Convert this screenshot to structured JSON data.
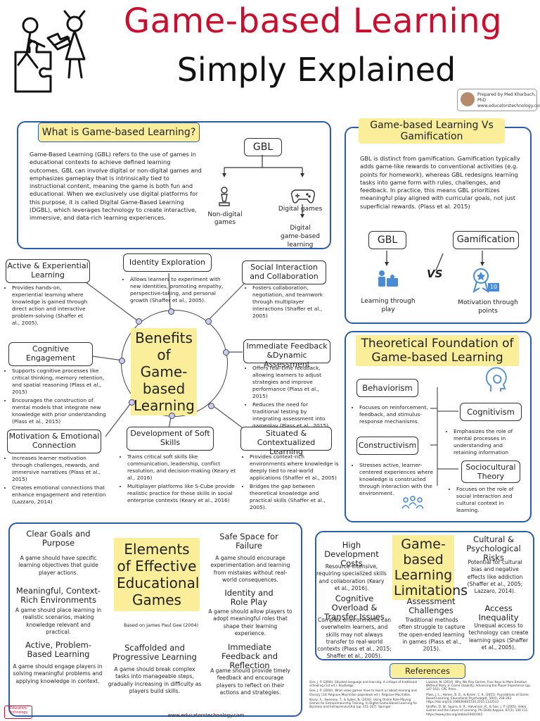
{
  "header": {
    "title_line1": "Game-based Learning",
    "title_line2": "Simply Explained",
    "credit_line1": "Prepared by Med Kharbach, PhD",
    "credit_line2": "www.educatorstechnology.com"
  },
  "what_is": {
    "title": "What is Game-based Learning?",
    "text": "Game-Based Learning (GBL) refers to the use of games in educational contexts to achieve defined learning outcomes. GBL can involve digital or non-digital games and emphasizes gameplay that is intrinsically tied to instructional content, meaning the game is both fun and educational. When we exclusively use digital platforms for this purpose, it is called Digital Game-Based Learning (DGBL), which leverages technology to create interactive, immersive, and data-rich learning experiences.",
    "diagram": {
      "root": "GBL",
      "left": "Non-digital games",
      "right": "Digital games",
      "bottom": "Digital game-based learning"
    }
  },
  "vs": {
    "title": "Game-based Learning Vs Gamification",
    "text": "GBL is distinct from gamification. Gamification typically adds game-like rewards to conventional activities (e.g. points for homework), whereas GBL redesigns learning tasks into game form with rules, challenges, and feedback. In practice, this means GBL prioritizes meaningful play aligned with curricular goals, not just superficial rewards. (Plass et al. 2015)",
    "left_label": "GBL",
    "right_label": "Gamification",
    "vs_text": "VS",
    "left_caption": "Learning through play",
    "right_caption": "Motivation through points",
    "badge_number": "10"
  },
  "benefits": {
    "center_title": "Benefits of Game-based Learning",
    "active": {
      "title": "Active & Experiential Learning",
      "bullets": [
        "Provides hands-on, experiential learning where knowledge is gained through direct action and interactive problem-solving (Shaffer et al., 2005)."
      ]
    },
    "identity": {
      "title": "Identity Exploration",
      "bullets": [
        "Allows learners to experiment with new identities, promoting empathy, perspective-taking, and personal growth (Shaffer et al., 2005)."
      ]
    },
    "social": {
      "title": "Social Interaction and Collaboration",
      "bullets": [
        "Fosters collaboration, negotiation, and teamwork through multiplayer interactions (Shaffer et al., 2005)"
      ]
    },
    "cognitive": {
      "title": "Cognitive Engagement",
      "bullets": [
        "Supports cognitive processes like critical thinking, memory retention, and spatial reasoning (Plass et al., 2015)",
        "Encourages the construction of mental models that integrate new knowledge with prior understanding (Plass et al., 2015)"
      ]
    },
    "feedback": {
      "title": "Immediate Feedback &Dynamic Assessment",
      "bullets": [
        "Offers real-time feedback, allowing learners to adjust strategies and improve performance (Plass et al., 2015)",
        "Reduces the need for traditional testing by integrating assessment into gameplay (Plass et al., 2015)"
      ]
    },
    "motivation": {
      "title": "Motivation & Emotional Connection",
      "bullets": [
        "Increases learner motivation through challenges, rewards, and immersive narratives (Plass et al., 2015)",
        "Creates emotional connections that enhance engagement and retention (Lazzaro, 2014)"
      ]
    },
    "soft": {
      "title": "Development of Soft Skills",
      "bullets": [
        "Trains critical soft skills like communication, leadership, conflict resolution, and decision-making (Keary et al., 2016)",
        "Multiplayer platforms like S-Cube provide realistic practice for these skills in social enterprise contexts (Keary et al., 2016)"
      ]
    },
    "situated": {
      "title": "Situated & Contextualized Learning",
      "bullets": [
        "Provides context-rich environments where knowledge is deeply tied to real-world applications (Shaffer et al., 2005)",
        "Bridges the gap between theoretical knowledge and practical skills (Shaffer et al., 2005)."
      ]
    }
  },
  "theory": {
    "title": "Theoretical Foundation of Game-based Learning",
    "behaviorism": {
      "title": "Behaviorism",
      "bullet": "Focuses on reinforcement, feedback, and stimulus-response mechanisms."
    },
    "cognitivism": {
      "title": "Cognitivism",
      "bullet": "Emphasizes the role of mental processes in understanding and retaining information"
    },
    "constructivism": {
      "title": "Constructivism",
      "bullet": "Stresses active, learner-centered experiences where knowledge is constructed through interaction with the environment."
    },
    "sociocultural": {
      "title": "Sociocultural Theory",
      "bullet": "Focuses on the role of social interaction and cultural context in learning."
    }
  },
  "elements": {
    "title": "Elements of Effective Educational Games",
    "source": "Based on James Paul Gee (2004)",
    "items": [
      {
        "title": "Clear Goals and Purpose",
        "text": "A game should have specific learning objectives that guide player actions."
      },
      {
        "title": "Meaningful, Context-Rich Environments",
        "text": "A game should place learning in realistic scenarios, making knowledge relevant and practical."
      },
      {
        "title": "Active, Problem-Based Learning",
        "text": "A game should engage players in solving meaningful problems and applying knowledge in context."
      },
      {
        "title": "Scaffolded and Progressive Learning",
        "text": "A game should break complex tasks into manageable steps, gradually increasing in difficulty as players build skills."
      },
      {
        "title": "Safe Space for Failure",
        "text": "A game should encourage experimentation and learning from mistakes without real-world consequences."
      },
      {
        "title": "Identity and Role Play",
        "text": "A game should allow players to adopt meaningful roles that shape their learning experience."
      },
      {
        "title": "Immediate Feedback and Reflection",
        "text": "A game should provide timely feedback and encourage players to reflect on their actions and strategies."
      }
    ]
  },
  "limitations": {
    "title": "Game-based Learning Limitations",
    "items": [
      {
        "title": "High Development Costs",
        "text": "Resource-intensive, requiring specialized skills and collaboration (Keary et al., 2016)."
      },
      {
        "title": "Cultural & Psychological Risks",
        "text": "Potential for cultural bias and negative effects like addiction (Shaffer et al., 2005; Lazzaro, 2014)."
      },
      {
        "title": "Cognitive Overload & Transfer Issues",
        "text": "Complex environments can overwhelm learners, and skills may not always transfer to real-world contexts (Plass et al., 2015; Shaffer et al., 2005)."
      },
      {
        "title": "Assessment Challenges",
        "text": "Traditional methods often struggle to capture the open-ended learning in games (Plass et al., 2015)."
      },
      {
        "title": "Access Inequality",
        "text": "Unequal access to technology can create learning gaps (Shaffer et al., 2005)."
      }
    ]
  },
  "references": {
    "title": "References",
    "left": [
      "Gee, J. P. (2004). Situated language and learning: A critique of traditional schooling (1st ed.). Routledge.",
      "Gee, J. P. (2004). What video games have to teach us about learning and literacy (1st Palgrave Macmillan paperback ed.). Palgrave Macmillan.",
      "Keary, A., Sweeney, T., & Sykes, N. (2016). Using Online Role-Playing Games for Entrepreneurship Training. In Digital Game-Based Learning for Business and Entrepreneurship (pp. 151-167). Springer."
    ],
    "right": [
      "Lazzaro, N. (2014). Why We Play Games: Four Keys to More Emotion Without Story. In Game Usability: Advancing the Player Experience (pp. 147-162). CRC Press.",
      "Plass, J. L., Homer, B. D., & Kinzer, C. K. (2015). Foundations of Game-Based Learning. Educational Psychologist, 50(4), 258-283. https://doi.org/10.1080/00461520.2015.1122533",
      "Shaffer, D. W., Squire, K. R., Halverson, R., & Gee, J. P. (2005). Video Games and the Future of Learning. Phi Delta Kappan, 87(2), 104-111. https://www.jstor.org/stable/20441942"
    ]
  },
  "footer": {
    "url": "www.educatorstechnology.com",
    "logo_line1": "Educators",
    "logo_line2": "Technology"
  },
  "colors": {
    "title_red": "#c8102e",
    "border_blue": "#2a5caa",
    "highlight_yellow": "#fbee9a",
    "node_purple": "#c9cdf2"
  }
}
